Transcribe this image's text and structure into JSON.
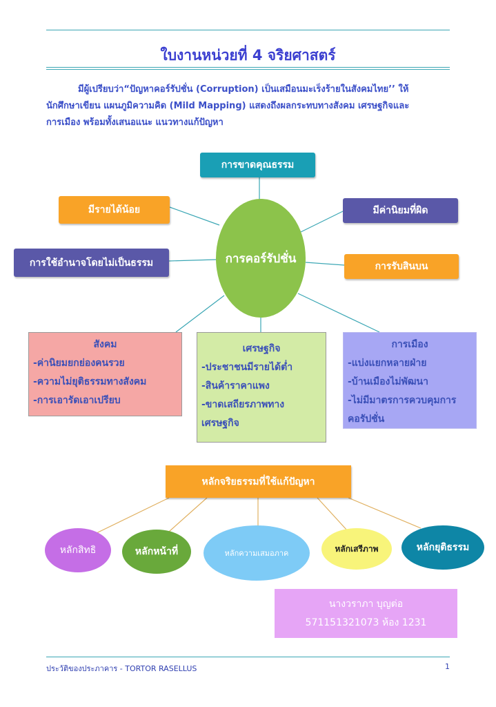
{
  "title": "ใบงานหน่วยที่ 4  จริยศาสตร์",
  "instructions": [
    "มีผู้เปรียบว่า“ปัญหาคอร์รัปชั่น (Corruption) เป็นเสมือนมะเร็งร้ายในสังคมไทย’’ ให้",
    "นักศึกษาเขียน แผนภูมิความคิด (Mild Mapping) แสดงถึงผลกระทบทางสังคม เศรษฐกิจและ",
    "การเมือง พร้อมทั้งเสนอแนะ แนวทางแก้ปัญหา"
  ],
  "mindmap": {
    "center": "การคอร์รัปชั่น",
    "causes": [
      "การขาดคุณธรรม",
      "มีรายได้น้อย",
      "มีค่านิยมที่ผิด",
      "การใช้อำนาจโดยไม่เป็นธรรม",
      "การรับสินบน"
    ],
    "effects": [
      {
        "heading": "สังคม",
        "items": [
          "-ค่านิยมยกย่องคนรวย",
          "-ความไม่ยุติธรรมทางสังคม",
          "-การเอารัดเอาเปรียบ"
        ]
      },
      {
        "heading": "เศรษฐกิจ",
        "items": [
          "-ประชาชนมีรายได้ต่ำ",
          "-สินค้าราคาแพง",
          "-ขาดเสถียรภาพทาง",
          "เศรษฐกิจ"
        ]
      },
      {
        "heading": "การเมือง",
        "items": [
          "-แบ่งแยกหลายฝ่าย",
          "-บ้านเมืองไม่พัฒนา",
          "-ไม่มีมาตรการควบคุมการ",
          "คอรัปชั่น"
        ]
      }
    ]
  },
  "principles": {
    "heading": "หลักจริยธรรมที่ใช้แก้ปัญหา",
    "items": [
      "หลักสิทธิ",
      "หลักหน้าที่",
      "หลักความเสมอภาค",
      "หลักเสรีภาพ",
      "หลักยุติธรรม"
    ]
  },
  "author": {
    "name": "นางวราภา บุญต่อ",
    "id_room": "571151321073 ห้อง 1231"
  },
  "footer": {
    "left": "ประวัติของประภาคาร - TORTOR RASELLUS",
    "page": "1"
  },
  "colors": {
    "teal": "#1a9fb5",
    "orange": "#f9a327",
    "purple": "#5a58a8",
    "green": "#8cc34b",
    "pink": "#f5a7a5",
    "light_green": "#d3eba6",
    "lavender": "#a7a7f4"
  }
}
